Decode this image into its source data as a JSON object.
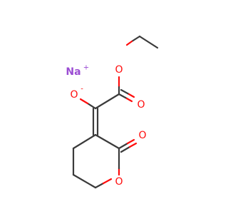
{
  "molecule": {
    "atoms": {
      "sodium": {
        "symbol": "Na",
        "charge": "+"
      },
      "enolate_oxygen": {
        "symbol": "O",
        "charge": "-"
      },
      "ester_ether_oxygen": {
        "symbol": "O"
      },
      "ester_carbonyl_oxygen": {
        "symbol": "O"
      },
      "lactone_carbonyl_oxygen": {
        "symbol": "O"
      },
      "ring_oxygen": {
        "symbol": "O"
      }
    },
    "colors": {
      "bond": "#3a3a3a",
      "oxygen": "#ff0d0d",
      "sodium": "#9b4dd3"
    }
  }
}
